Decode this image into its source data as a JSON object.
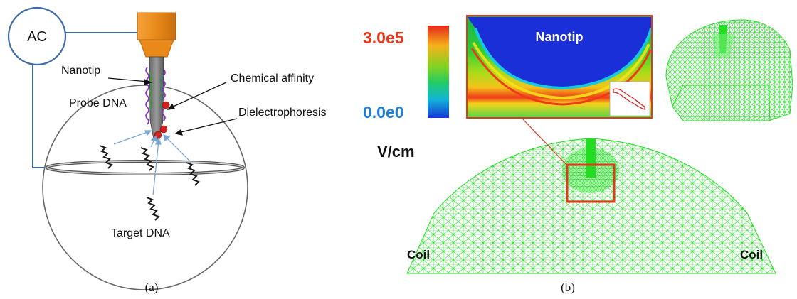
{
  "panel_a": {
    "source_label": "AC",
    "labels": {
      "nanotip": "Nanotip",
      "probe_dna": "Probe DNA",
      "chemical_affinity": "Chemical affinity",
      "dielectrophoresis": "Dielectrophoresis",
      "target_dna": "Target DNA"
    },
    "caption": "(a)"
  },
  "panel_b": {
    "colorbar": {
      "max_label": "3.0e5",
      "min_label": "0.0e0",
      "unit": "V/cm",
      "max_color": "#e8361b",
      "min_color": "#1f7fd6"
    },
    "inset_label": "Nanotip",
    "coil_left": "Coil",
    "coil_right": "Coil",
    "caption": "(b)"
  },
  "colors": {
    "mesh_green": "#22dd22",
    "wire_blue": "#3d6aa8",
    "electrode_orange": "#e88a1a",
    "highlight_red": "#dd3b1c"
  }
}
